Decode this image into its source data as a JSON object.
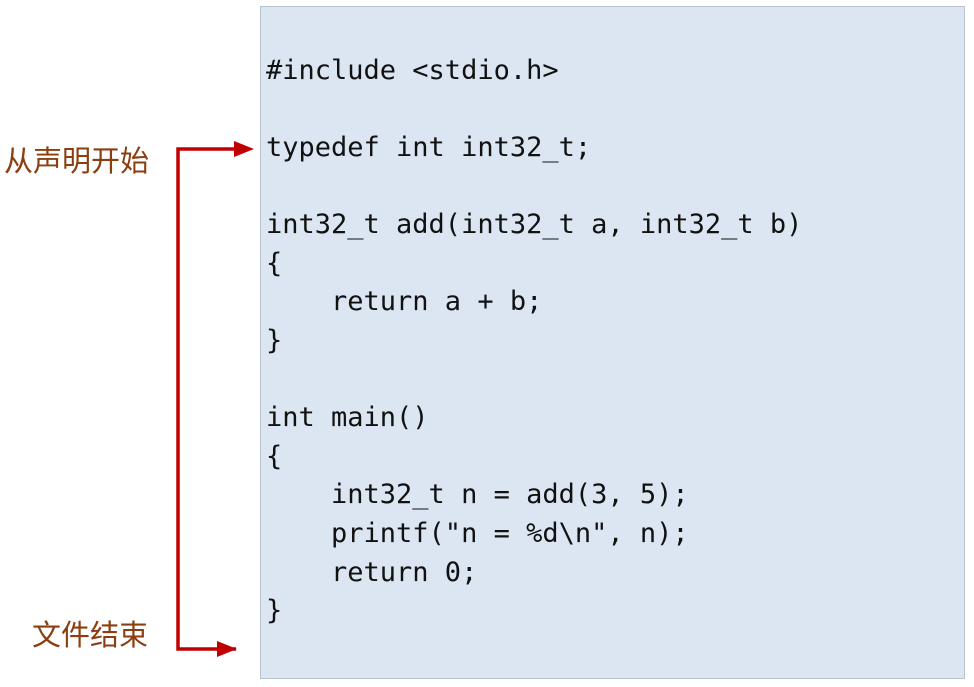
{
  "code": {
    "lines": [
      "#include <stdio.h>",
      "typedef int int32_t;",
      "int32_t add(int32_t a, int32_t b)",
      "{",
      "    return a + b;",
      "}",
      "int main()",
      "{",
      "    int32_t n = add(3, 5);",
      "    printf(\"n = %d\\n\", n);",
      "    return 0;",
      "}"
    ]
  },
  "annotations": {
    "start_label": "从声明开始",
    "end_label": "文件结束"
  },
  "colors": {
    "panel_background": "#dce6f2",
    "arrow": "#c00000",
    "annotation_text": "#8b3e0f"
  }
}
